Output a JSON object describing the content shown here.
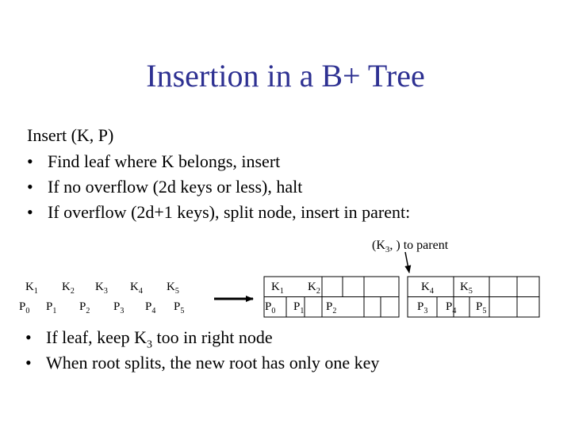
{
  "title": "Insertion in a B+ Tree",
  "intro": "Insert (K, P)",
  "steps": [
    "Find leaf where K belongs, insert",
    "If no overflow (2d keys or less), halt",
    "If overflow (2d+1 keys), split node, insert in parent:"
  ],
  "parent_note": {
    "open": "(K",
    "sub": "3",
    "close": ",    ) to parent"
  },
  "notes": [
    {
      "pre": "If leaf, keep K",
      "sub": "3",
      "post": " too in right node"
    },
    {
      "pre": "When root splits, the new root has only one key",
      "sub": "",
      "post": ""
    }
  ],
  "bullet_char": "•",
  "key_letter": "K",
  "pointer_letter": "P",
  "overflow_node": {
    "keys": [
      "1",
      "2",
      "3",
      "4",
      "5"
    ],
    "pointers": [
      "0",
      "1",
      "2",
      "3",
      "4",
      "5"
    ]
  },
  "left_node": {
    "keys": [
      "1",
      "2"
    ],
    "pointers": [
      "0",
      "1",
      "2"
    ]
  },
  "right_node": {
    "keys": [
      "4",
      "5"
    ],
    "pointers": [
      "3",
      "4",
      "5"
    ]
  },
  "colors": {
    "title": "#2e3192",
    "text": "#000000"
  }
}
